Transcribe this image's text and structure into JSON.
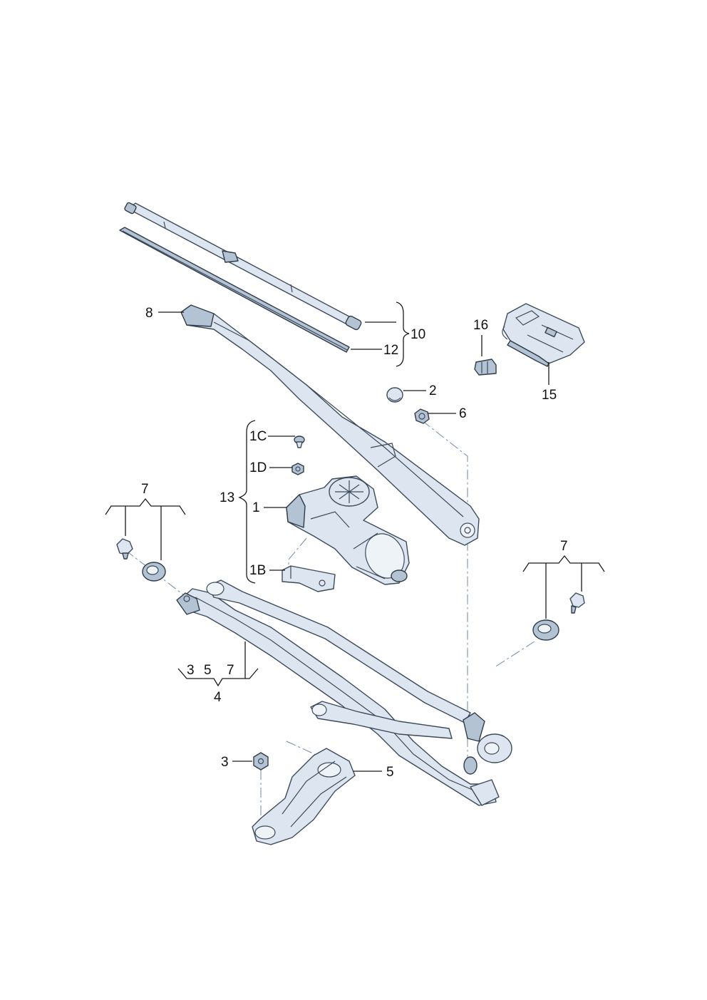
{
  "labels": {
    "p1": "1",
    "p1B": "1B",
    "p1C": "1C",
    "p1D": "1D",
    "p2": "2",
    "p3": "3",
    "p4": "4",
    "p5": "5",
    "p6": "6",
    "p7": "7",
    "p8": "8",
    "p10": "10",
    "p12": "12",
    "p13": "13",
    "p15": "15",
    "p16": "16"
  },
  "colors": {
    "part_fill": "#dde6f0",
    "part_shadow": "#b4c3d4",
    "outline": "#3c4a5a",
    "leader": "#1a1a1a",
    "centerline": "#6f8aa6"
  }
}
